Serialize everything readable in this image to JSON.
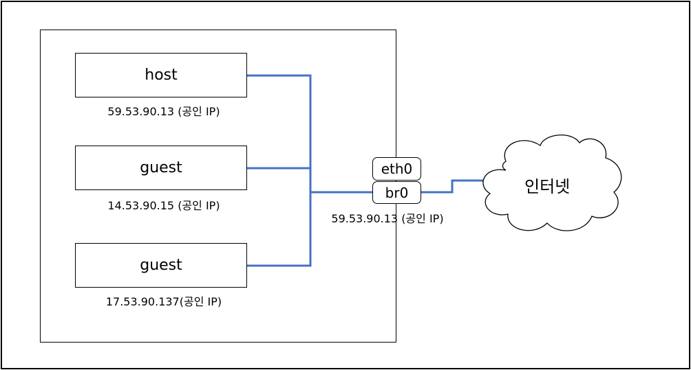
{
  "nodes": {
    "vm1": {
      "label": "host",
      "ip": "59.53.90.13 (공인 IP)"
    },
    "vm2": {
      "label": "guest",
      "ip": "14.53.90.15 (공인 IP)"
    },
    "vm3": {
      "label": "guest",
      "ip": "17.53.90.137(공인 IP)"
    },
    "eth0": {
      "label": "eth0"
    },
    "br0": {
      "label": "br0",
      "ip": "59.53.90.13 (공인 IP)"
    },
    "internet": {
      "label": "인터넷"
    }
  },
  "colors": {
    "wire": "#4472c4",
    "border": "#000000"
  }
}
